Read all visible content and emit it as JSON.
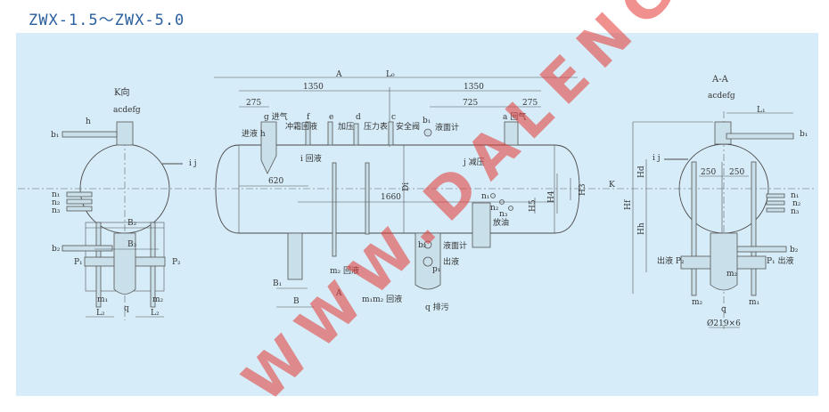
{
  "title": "ZWX-1.5～ZWX-5.0",
  "watermark": "WWW.DALENG.CC",
  "left_view": {
    "title": "K向",
    "ports": "acdefg",
    "h": "h",
    "b1": "b₁",
    "ij": "i j",
    "n1": "n₁",
    "n2": "n₂",
    "n3": "n₃",
    "B2": "B₂",
    "b2": "b₂",
    "B3": "B₃",
    "P1": "P₁",
    "P2": "P₂",
    "m1": "m₁",
    "q": "q",
    "m2": "m₂",
    "L2a": "L₂",
    "L2b": "L₂"
  },
  "main_view": {
    "A": "A",
    "L0": "L₀",
    "dim_1350_left": "1350",
    "dim_1350_right": "1350",
    "dim_275_left": "275",
    "dim_725": "725",
    "dim_275_right": "275",
    "g": "g 进气",
    "h": "进液 h",
    "f_label": "冲霜回液",
    "f": "f",
    "e": "e",
    "e_label": "加压",
    "d": "d",
    "d_label": "压力表",
    "c": "c",
    "c_label": "安全阀",
    "b1": "b₁",
    "b1_label": "液面计",
    "a": "a 回气",
    "i": "i 回液",
    "j": "j 减压",
    "dim_620": "620",
    "Di": "Di",
    "dim_1660": "1660",
    "n1": "n₁",
    "n2": "n₂",
    "n3": "n₃",
    "H5": "H5",
    "H4": "H4",
    "H3": "H3",
    "K": "K",
    "oil": "放油",
    "b2": "b₂",
    "b2_label": "液面计",
    "out": "出液",
    "p1": "p₁",
    "m2_label": "m₂  回液",
    "B1": "B₁",
    "A_section": "A",
    "B": "B",
    "m1m2_label": "m₁m₂  回液",
    "q": "q   排污"
  },
  "section_view": {
    "title": "A-A",
    "ports": "acdefg",
    "L1": "L₁",
    "b1": "b₁",
    "ij": "i j",
    "dim_250_left": "250",
    "dim_250_right": "250",
    "n1": "n₁",
    "n2": "n₂",
    "n3": "n₃",
    "b2": "b₂",
    "P2": "出液 P₂",
    "P1": "P₁ 出液",
    "m2_inner": "m₂",
    "m2": "m₂",
    "m1": "m₁",
    "q": "q",
    "pipe": "Ø219×6",
    "Ha": "Hd",
    "Hb": "Hf",
    "Hc": "Hh"
  }
}
